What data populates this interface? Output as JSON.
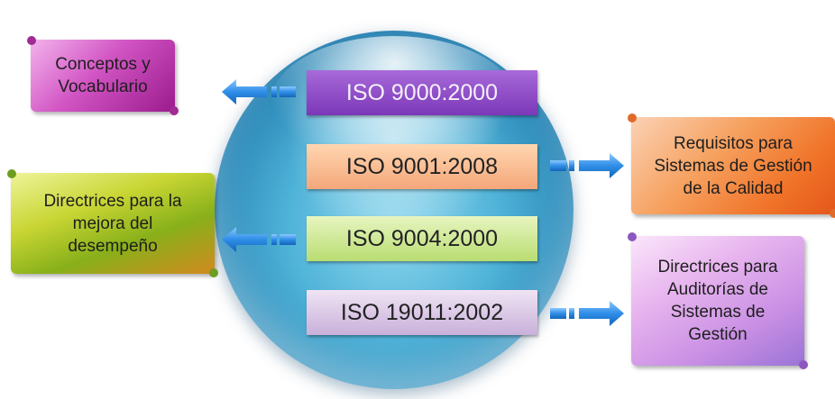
{
  "center": {
    "standards": [
      {
        "label": "ISO 9000:2000"
      },
      {
        "label": "ISO 9001:2008"
      },
      {
        "label": "ISO 9004:2000"
      },
      {
        "label": "ISO 19011:2002"
      }
    ]
  },
  "notes": {
    "conceptos": "Conceptos y\nVocabulario",
    "directrices_mejora": "Directrices para la\nmejora del\ndesempeño",
    "requisitos": "Requisitos para\nSistemas de Gestión\nde la Calidad",
    "auditorias": "Directrices para\nAuditorías de\nSistemas de\nGestión"
  },
  "colors": {
    "sphere": "#2a86b6",
    "arrow": "#2f8ee8"
  },
  "icons": {
    "arrow_left": "arrow-left-icon",
    "arrow_right": "arrow-right-icon"
  }
}
